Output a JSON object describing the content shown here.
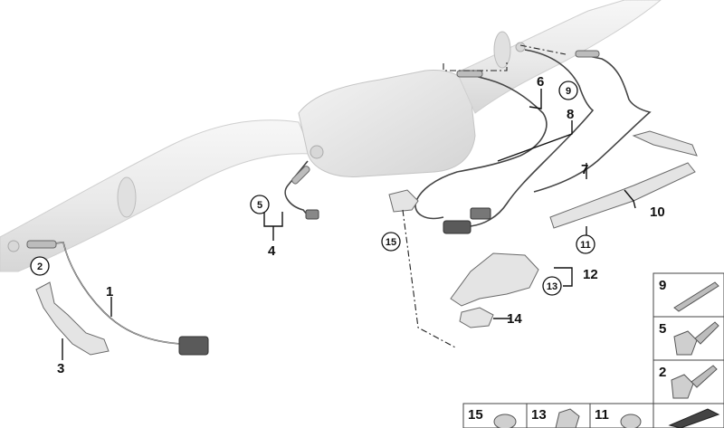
{
  "callouts": {
    "n1": "1",
    "n2": "2",
    "n3": "3",
    "n4": "4",
    "n5": "5",
    "n6": "6",
    "n7": "7",
    "n8": "8",
    "n9": "9",
    "n10": "10",
    "n11": "11",
    "n12": "12",
    "n13": "13",
    "n14": "14",
    "n15": "15"
  },
  "legend": {
    "vertical": [
      "9",
      "5",
      "2"
    ],
    "bottom": [
      "15",
      "13",
      "11"
    ]
  },
  "colors": {
    "exhaust_fill": "#ececec",
    "exhaust_stroke": "#c9c9c9",
    "cable": "#444444",
    "line": "#111111"
  }
}
